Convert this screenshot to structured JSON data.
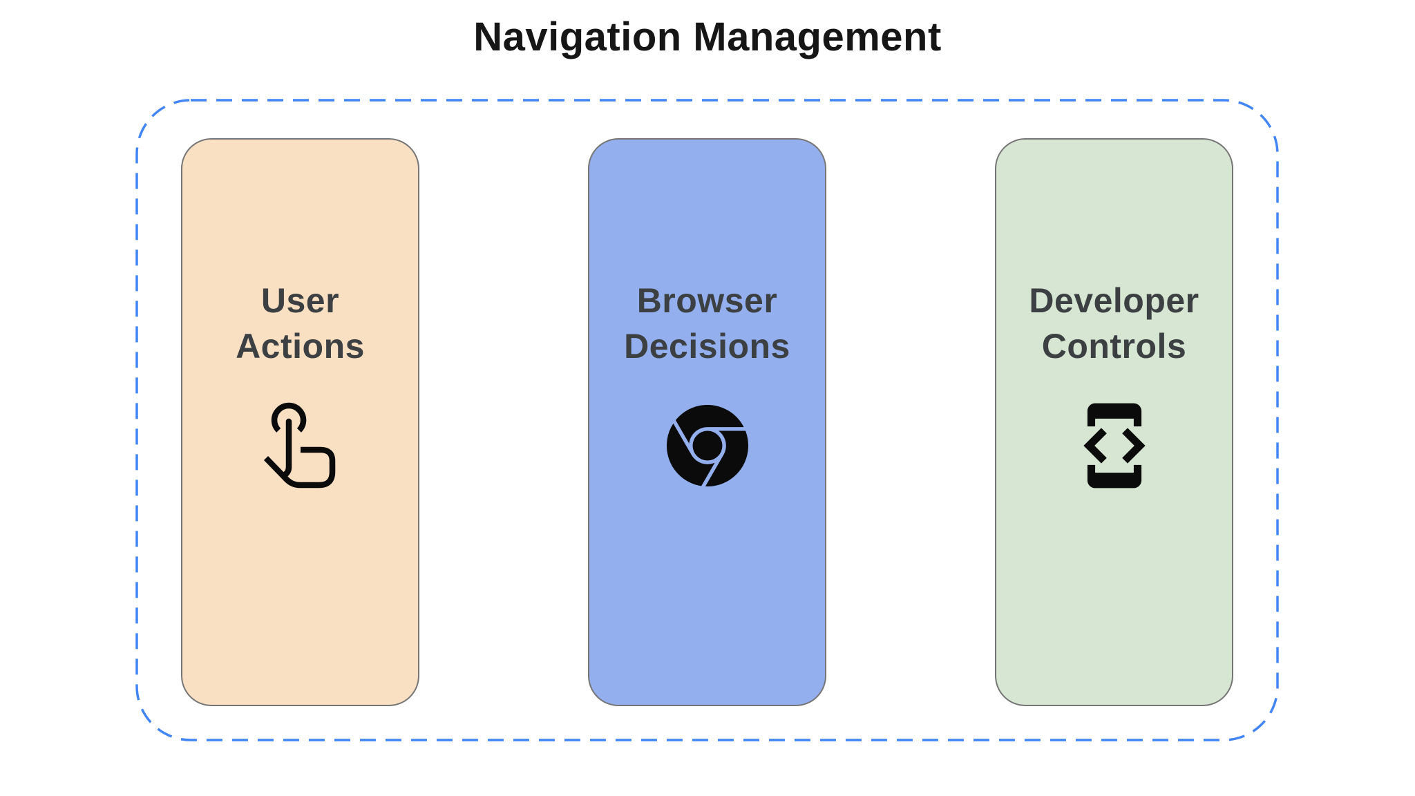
{
  "title": "Navigation Management",
  "colors": {
    "background": "#ffffff",
    "title_text": "#161616",
    "label_text": "#3C4043",
    "dashed_frame_stroke": "#4285F4",
    "card_border": "#757575",
    "icon_color": "#0b0b0b"
  },
  "frame": {
    "style": "dashed rounded rectangle"
  },
  "cards": [
    {
      "label": "User\nActions",
      "icon": "touch-gesture-icon",
      "bg": "#FAE0C3"
    },
    {
      "label": "Browser\nDecisions",
      "icon": "chrome-icon",
      "bg": "#94AFEE"
    },
    {
      "label": "Developer\nControls",
      "icon": "developer-mode-icon",
      "bg": "#D6E6D2"
    }
  ]
}
